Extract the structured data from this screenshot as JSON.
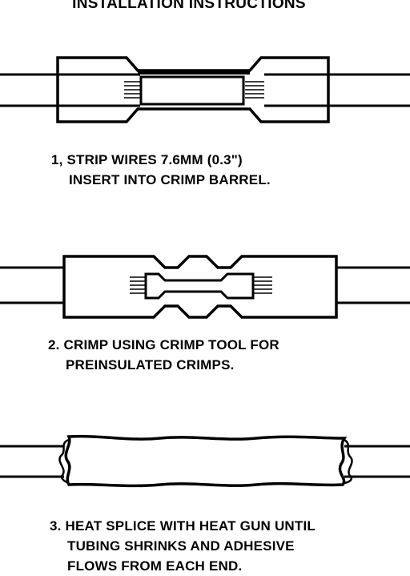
{
  "title": "INSTALLATION INSTRUCTIONS",
  "steps": [
    {
      "line1": "1, STRIP WIRES 7.6MM (0.3\")",
      "line2": "INSERT INTO CRIMP BARREL."
    },
    {
      "line1": "2. CRIMP USING CRIMP TOOL FOR",
      "line2": "PREINSULATED CRIMPS."
    },
    {
      "line1": "3. HEAT SPLICE WITH HEAT GUN UNTIL",
      "line2": "TUBING SHRINKS AND ADHESIVE",
      "line3": "FLOWS FROM EACH END."
    }
  ]
}
